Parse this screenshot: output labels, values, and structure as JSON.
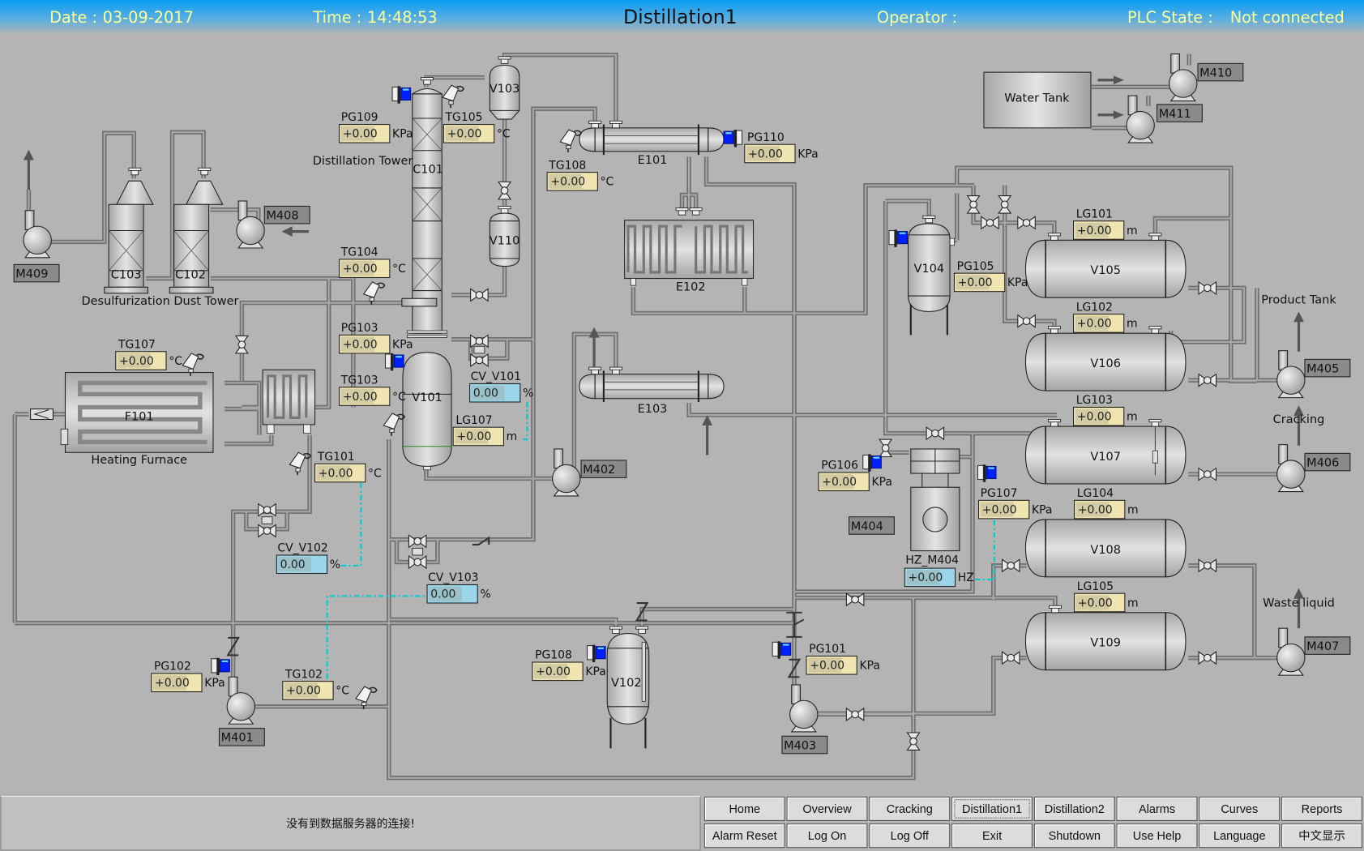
{
  "header": {
    "date_label": "Date :",
    "date_value": "03-09-2017",
    "time_label": "Time :",
    "time_value": "14:48:53",
    "title": "Distillation1",
    "operator_label": "Operator :",
    "operator_value": "",
    "plc_label": "PLC State :",
    "plc_value": "Not connected"
  },
  "colors": {
    "header_gradient_top": "#0a9cf5",
    "header_text": "#ffff99",
    "background": "#b4b4b4",
    "gauge_fill": "#f0e4b0",
    "control_fill": "#9ad6ea",
    "signal_line": "#00cccc",
    "motor_tag": "#8a8a8a",
    "transmitter_blue": "#0020ff"
  },
  "equipment": {
    "c103": "C103",
    "c102": "C102",
    "dust_tower": "Desulfurization Dust Tower",
    "c101": "C101",
    "distillation_tower": "Distillation Tower",
    "v101": "V101",
    "v102": "V102",
    "v103": "V103",
    "v104": "V104",
    "v105": "V105",
    "v106": "V106",
    "v107": "V107",
    "v108": "V108",
    "v109": "V109",
    "v110": "V110",
    "e101": "E101",
    "e102": "E102",
    "e103": "E103",
    "f101": "F101",
    "heating_furnace": "Heating Furnace",
    "water_tank": "Water Tank",
    "product_tank": "Product Tank",
    "cracking": "Cracking",
    "waste_liquid": "Waste liquid"
  },
  "motors": {
    "m401": "M401",
    "m402": "M402",
    "m403": "M403",
    "m404": "M404",
    "m405": "M405",
    "m406": "M406",
    "m407": "M407",
    "m408": "M408",
    "m409": "M409",
    "m410": "M410",
    "m411": "M411"
  },
  "gauges": {
    "pg101": {
      "tag": "PG101",
      "value": "+0.00",
      "unit": "KPa"
    },
    "pg102": {
      "tag": "PG102",
      "value": "+0.00",
      "unit": "KPa"
    },
    "pg103": {
      "tag": "PG103",
      "value": "+0.00",
      "unit": "KPa"
    },
    "pg105": {
      "tag": "PG105",
      "value": "+0.00",
      "unit": "KPa"
    },
    "pg106": {
      "tag": "PG106",
      "value": "+0.00",
      "unit": "KPa"
    },
    "pg107": {
      "tag": "PG107",
      "value": "+0.00",
      "unit": "KPa"
    },
    "pg108": {
      "tag": "PG108",
      "value": "+0.00",
      "unit": "KPa"
    },
    "pg109": {
      "tag": "PG109",
      "value": "+0.00",
      "unit": "KPa"
    },
    "pg110": {
      "tag": "PG110",
      "value": "+0.00",
      "unit": "KPa"
    },
    "tg101": {
      "tag": "TG101",
      "value": "+0.00",
      "unit": "°C"
    },
    "tg102": {
      "tag": "TG102",
      "value": "+0.00",
      "unit": "°C"
    },
    "tg103": {
      "tag": "TG103",
      "value": "+0.00",
      "unit": "°C"
    },
    "tg104": {
      "tag": "TG104",
      "value": "+0.00",
      "unit": "°C"
    },
    "tg105": {
      "tag": "TG105",
      "value": "+0.00",
      "unit": "°C"
    },
    "tg107": {
      "tag": "TG107",
      "value": "+0.00",
      "unit": "°C"
    },
    "tg108": {
      "tag": "TG108",
      "value": "+0.00",
      "unit": "°C"
    },
    "lg101": {
      "tag": "LG101",
      "value": "+0.00",
      "unit": "m"
    },
    "lg102": {
      "tag": "LG102",
      "value": "+0.00",
      "unit": "m"
    },
    "lg103": {
      "tag": "LG103",
      "value": "+0.00",
      "unit": "m"
    },
    "lg104": {
      "tag": "LG104",
      "value": "+0.00",
      "unit": "m"
    },
    "lg105": {
      "tag": "LG105",
      "value": "+0.00",
      "unit": "m"
    },
    "lg107": {
      "tag": "LG107",
      "value": "+0.00",
      "unit": "m"
    }
  },
  "controls": {
    "cv_v101": {
      "tag": "CV_V101",
      "value": "0.00",
      "unit": "%"
    },
    "cv_v102": {
      "tag": "CV_V102",
      "value": "0.00",
      "unit": "%"
    },
    "cv_v103": {
      "tag": "CV_V103",
      "value": "0.00",
      "unit": "%"
    },
    "hz_m404": {
      "tag": "HZ_M404",
      "value": "+0.00",
      "unit": "HZ"
    }
  },
  "status_message": "没有到数据服务器的连接!",
  "nav": {
    "row1": [
      "Home",
      "Overview",
      "Cracking",
      "Distillation1",
      "Distillation2",
      "Alarms",
      "Curves",
      "Reports"
    ],
    "row2": [
      "Alarm Reset",
      "Log On",
      "Log Off",
      "Exit",
      "Shutdown",
      "Use Help",
      "Language",
      "中文显示"
    ],
    "active": "Distillation1"
  }
}
